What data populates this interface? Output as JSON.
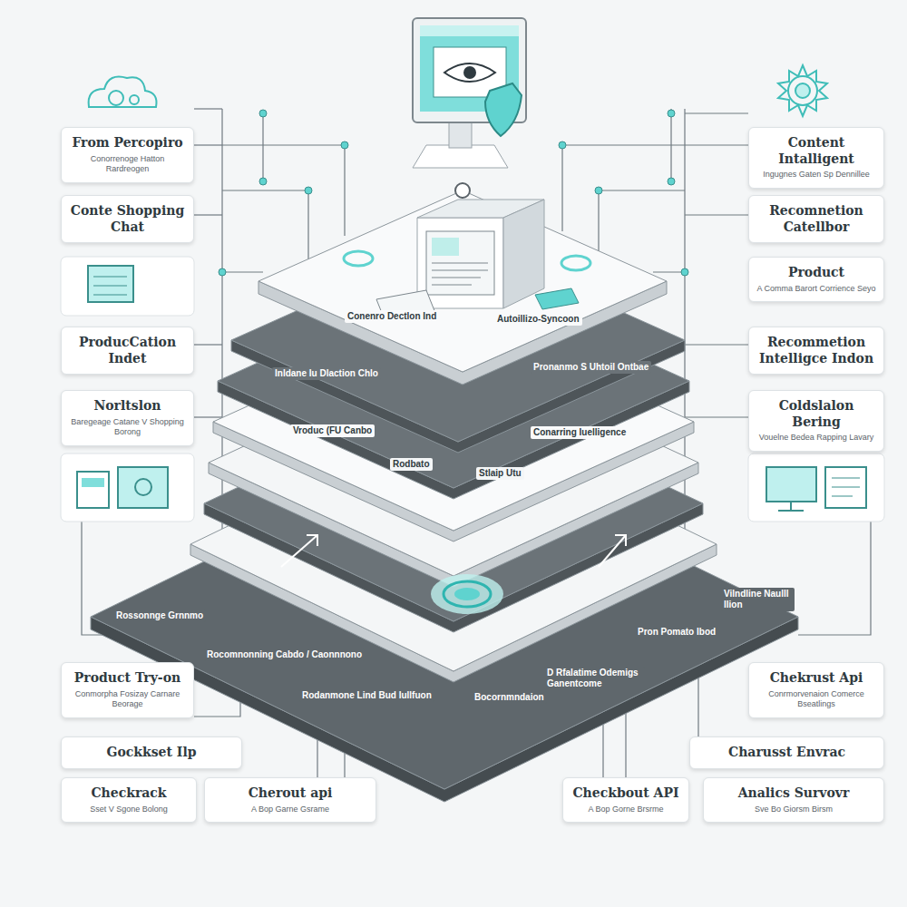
{
  "diagram": {
    "nodes": [
      {
        "text": [
          "From Percopiro",
          "Conorrenoge Hatton Rardreogen"
        ]
      },
      {
        "text": [
          "Conte Shopping Chat"
        ]
      },
      {
        "text": [
          "ProducCation Indet"
        ]
      },
      {
        "text": [
          "Norltslon",
          "Baregeage Catane V Shopping Borong"
        ]
      },
      {
        "text": [
          "Product Try-on",
          "Conmorpha Fosizay Carnare Beorage"
        ]
      },
      {
        "text": [
          "Gockkset Ilp"
        ]
      },
      {
        "text": [
          "Checkrack",
          "Sset V Sgone Bolong"
        ]
      },
      {
        "text": [
          "Cherout api",
          "A Bop Garne Gsrame"
        ]
      },
      {
        "text": [
          "Content Intalligent",
          "Ingugnes Gaten Sp Dennillee"
        ]
      },
      {
        "text": [
          "Recomnetion Catellbor"
        ]
      },
      {
        "text": [
          "Product",
          "A Comma Barort Corrience Seyo"
        ]
      },
      {
        "text": [
          "Recommetion Intelligce Indon"
        ]
      },
      {
        "text": [
          "Coldslalon Bering",
          "Vouelne Bedea Rapping Lavary"
        ]
      },
      {
        "text": [
          "Chekrust Api",
          "Conrmorvenaion Comerce Bseatlings"
        ]
      },
      {
        "text": [
          "Charusst Envrac"
        ]
      },
      {
        "text": [
          "Checkbout API",
          "A Bop Gorne Brsrme"
        ]
      },
      {
        "text": [
          "Analics Survovr",
          "Sve Bo Giorsm Birsm"
        ]
      }
    ],
    "labels": [
      "Conenro Dectlon Ind",
      "Autoillizo-Syncoon",
      "Inldane Iu Dlaction Chlo",
      "Pronanmo S Uhtoil Ontbae",
      "Vroduc (FU Canbo",
      "Conarring Iuelligence",
      "Rodbato",
      "Stlaip Utu",
      "Rocomnonning Cabdo / Caonnnono",
      "Rodanmone Lind Bud Iullfuon",
      "Pron Pomato Ibod",
      "Bocornmndaion",
      "D Rfalatime Odemigs Ganentcome",
      "Rossonnge Grnnmo",
      "Vilndline Naulll Ilion"
    ]
  }
}
